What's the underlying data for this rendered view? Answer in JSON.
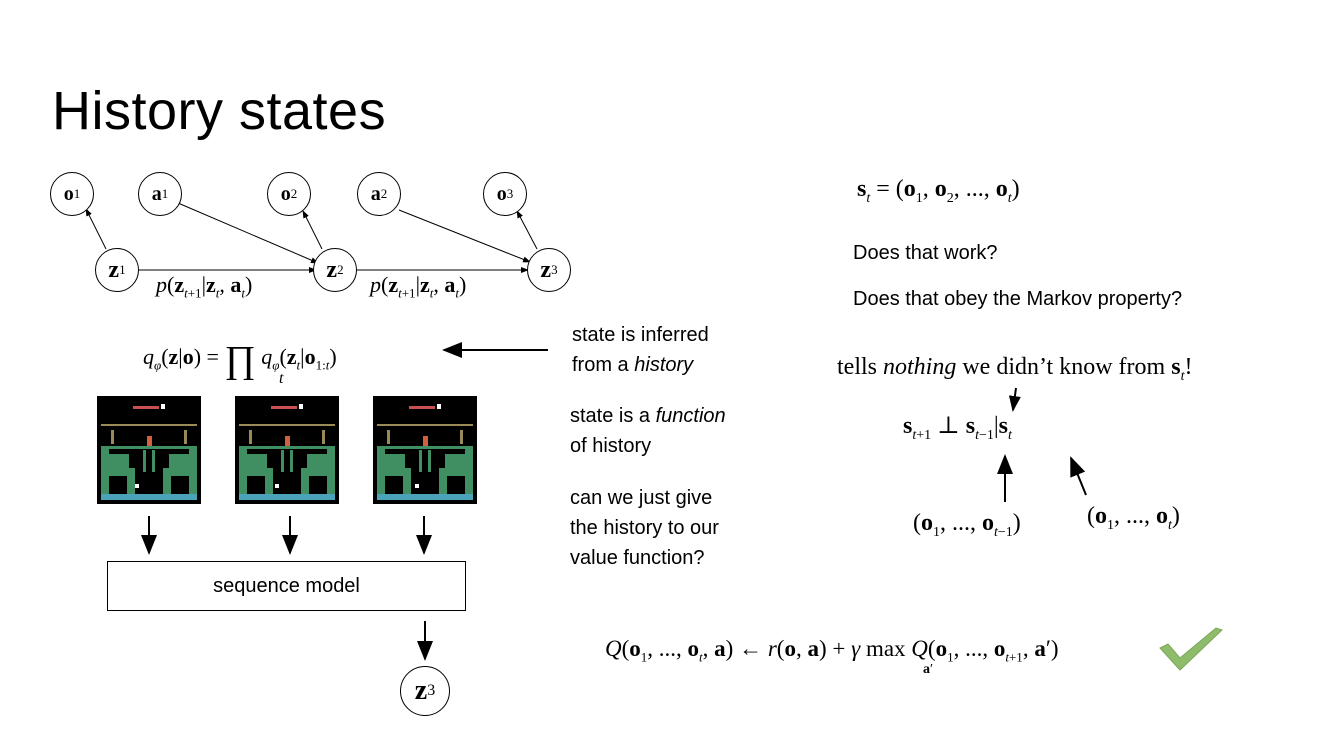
{
  "slide": {
    "title": "History states"
  },
  "graph": {
    "nodes": {
      "o1": "o",
      "o1_sub": "1",
      "a1": "a",
      "a1_sub": "1",
      "o2": "o",
      "o2_sub": "2",
      "a2": "a",
      "a2_sub": "2",
      "o3": "o",
      "o3_sub": "3",
      "z1": "z",
      "z1_sub": "1",
      "z2": "z",
      "z2_sub": "2",
      "z3": "z",
      "z3_sub": "3"
    },
    "transition_label_1": "p(z_{t+1}|z_t, a_t)",
    "transition_label_2": "p(z_{t+1}|z_t, a_t)"
  },
  "inference": {
    "equation": "q_φ(z|o) = ∏_t q_φ(z_t|o_{1:t})",
    "note_line1": "state is inferred",
    "note_line2_prefix": "from a ",
    "note_line2_em": "history"
  },
  "notes": {
    "function_line1_prefix": "state is a ",
    "function_line1_em": "function",
    "function_line2": "of history",
    "value_line1": "can we just give",
    "value_line2": "the history to our",
    "value_line3": "value function?"
  },
  "sequence": {
    "box_label": "sequence model",
    "output_node": "z",
    "output_sub": "3",
    "frame_count": 3
  },
  "right": {
    "state_def": "s_t = (o_1, o_2, ..., o_t)",
    "question1": "Does that work?",
    "question2": "Does that obey the Markov property?",
    "tells_prefix": "tells ",
    "tells_em": "nothing",
    "tells_suffix": " we didn’t know from ",
    "tells_end": "!",
    "independence": "s_{t+1} ⊥ s_{t−1}|s_t",
    "history_prev": "(o_1, ..., o_{t−1})",
    "history_cur": "(o_1, ..., o_t)"
  },
  "bellman": {
    "equation": "Q(o_1, ..., o_t, a) ← r(o, a) + γ max_{a′} Q(o_1, ..., o_{t+1}, a′)",
    "check_icon": "checkmark-icon",
    "check_color": "#8fbc6b"
  },
  "colors": {
    "frame_green": "#3f8f63",
    "frame_blue": "#4aa3b8",
    "frame_bg": "#000000"
  }
}
